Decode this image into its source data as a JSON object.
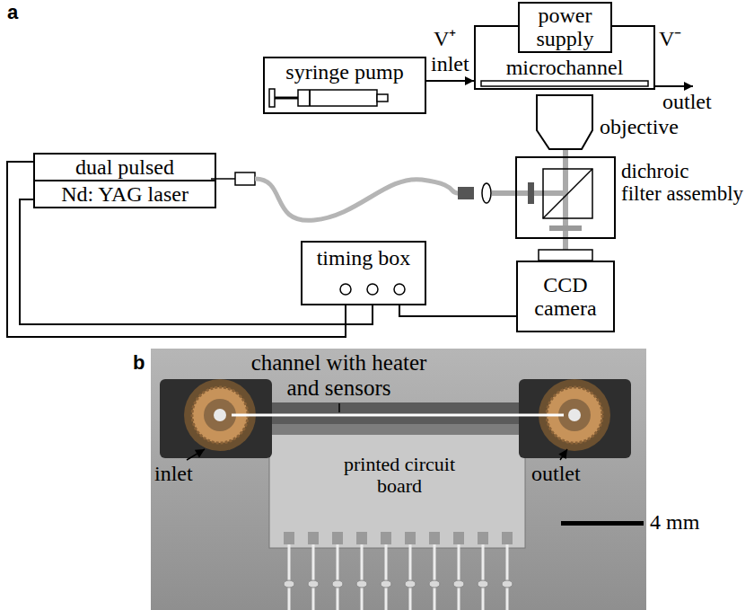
{
  "diagram": {
    "nodes": [
      {
        "text": [
          "power supply"
        ]
      },
      {
        "text": [
          "microchannel"
        ]
      },
      {
        "text": [
          "syringe pump"
        ]
      },
      {
        "text": [
          "dual pulsed",
          "Nd: YAG laser"
        ]
      },
      {
        "text": [
          "timing box"
        ]
      },
      {
        "text": [
          "CCD camera"
        ]
      }
    ],
    "edges": [
      {
        "from": 2,
        "to": 1,
        "arrow": "to"
      },
      {
        "from": 3,
        "to": 4,
        "arrow": "none"
      },
      {
        "from": 3,
        "to": 4,
        "arrow": "none"
      },
      {
        "from": 4,
        "to": 5,
        "arrow": "none"
      }
    ],
    "labels": [
      "a",
      "V⁺",
      "inlet",
      "V⁻",
      "outlet",
      "objective",
      "dichroic filter assembly",
      "b",
      "channel with heater and sensors",
      "inlet",
      "printed circuit board",
      "outlet",
      "4 mm"
    ]
  }
}
